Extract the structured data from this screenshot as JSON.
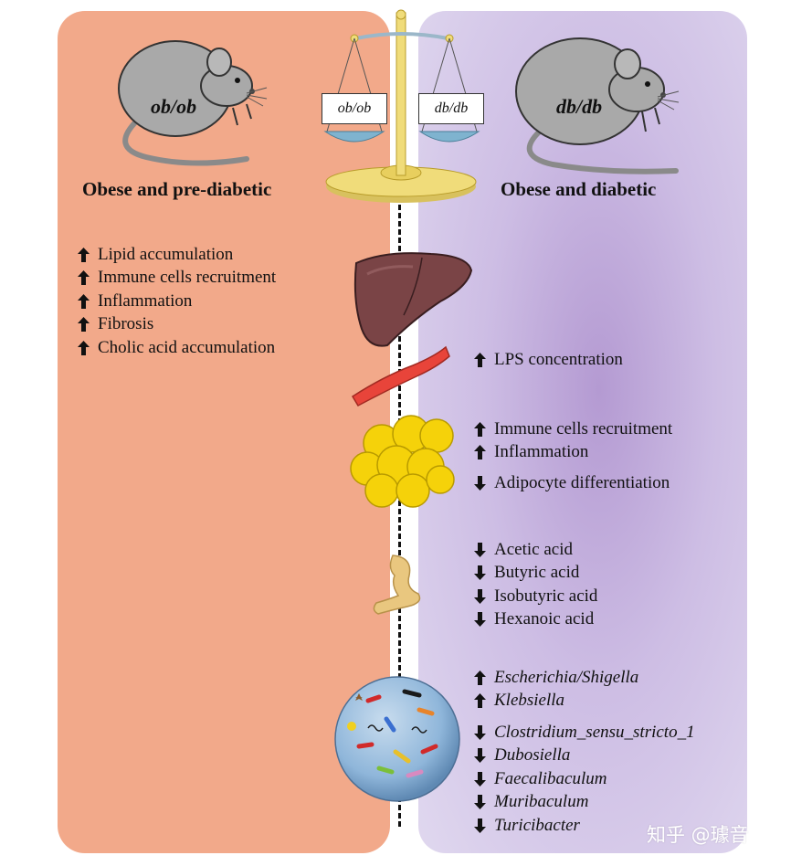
{
  "left": {
    "mouse_label": "ob/ob",
    "heading": "Obese and pre-diabetic",
    "effects": [
      {
        "dir": "up",
        "text": "Lipid accumulation"
      },
      {
        "dir": "up",
        "text": "Immune cells recruitment"
      },
      {
        "dir": "up",
        "text": "Inflammation"
      },
      {
        "dir": "up",
        "text": "Fibrosis"
      },
      {
        "dir": "up",
        "text": "Cholic acid accumulation"
      }
    ]
  },
  "right": {
    "mouse_label": "db/db",
    "heading": "Obese and diabetic",
    "vessel": [
      {
        "dir": "up",
        "text": "LPS concentration"
      }
    ],
    "adipose": [
      {
        "dir": "up",
        "text": "Immune cells recruitment"
      },
      {
        "dir": "up",
        "text": "Inflammation"
      },
      {
        "dir": "down",
        "text": "Adipocyte differentiation"
      }
    ],
    "gut": [
      {
        "dir": "down",
        "text": "Acetic acid"
      },
      {
        "dir": "down",
        "text": "Butyric acid"
      },
      {
        "dir": "down",
        "text": "Isobutyric acid"
      },
      {
        "dir": "down",
        "text": "Hexanoic acid"
      }
    ],
    "microbiota": [
      {
        "dir": "up",
        "text": "Escherichia/Shigella"
      },
      {
        "dir": "up",
        "text": "Klebsiella"
      },
      {
        "dir": "down",
        "text": "Clostridium_sensu_stricto_1"
      },
      {
        "dir": "down",
        "text": "Dubosiella"
      },
      {
        "dir": "down",
        "text": "Faecalibaculum"
      },
      {
        "dir": "down",
        "text": "Muribaculum"
      },
      {
        "dir": "down",
        "text": "Turicibacter"
      }
    ]
  },
  "scale": {
    "left_plate": "ob/ob",
    "right_plate": "db/db"
  },
  "watermark": "知乎 @璩音",
  "colors": {
    "left_panel": "#f2a98a",
    "right_panel": "#cdbde4",
    "liver": "#7a4446",
    "vessel": "#e8443a",
    "adipocyte": "#f5d20a",
    "gut": "#e9c77f",
    "microbiota_sphere": "#8fb6da",
    "scale_gold": "#f0dc7a"
  }
}
